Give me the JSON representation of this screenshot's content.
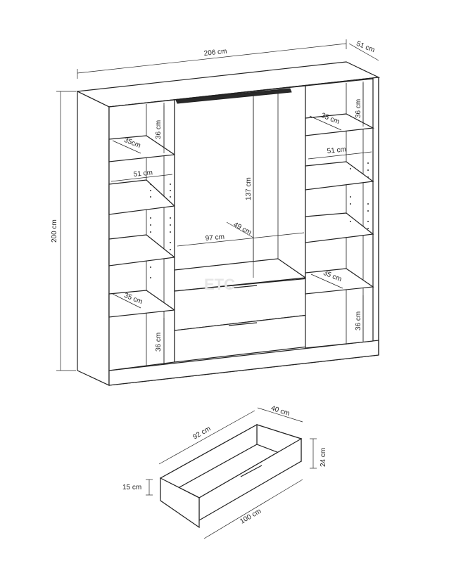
{
  "wardrobe": {
    "width_label": "206 cm",
    "depth_label": "51 cm",
    "height_label": "200 cm",
    "hanging_height_label": "137 cm",
    "hanging_width_label": "97 cm",
    "hanging_depth_label": "49 cm",
    "left_shelf_top_height_label": "36 cm",
    "left_shelf_depth_label": "35cm",
    "left_shelf_width_label": "51 cm",
    "left_lower_depth_label": "35 cm",
    "left_bottom_height_label": "36 cm",
    "right_top_height_label": "36 cm",
    "right_top_depth_label": "35 cm",
    "right_width_label": "51 cm",
    "right_lower_depth_label": "35 cm",
    "right_bottom_height_label": "36 cm"
  },
  "drawer": {
    "length_label": "92 cm",
    "depth_label": "40 cm",
    "height_label": "24 cm",
    "front_height_label": "15 cm",
    "front_width_label": "100 cm"
  },
  "watermark": "ETC"
}
